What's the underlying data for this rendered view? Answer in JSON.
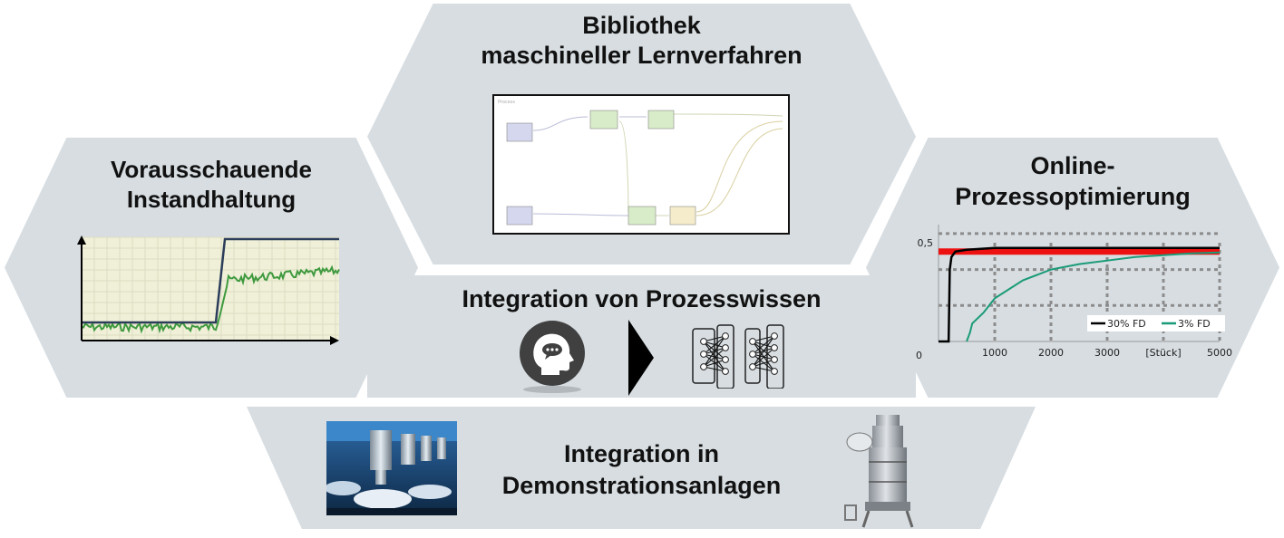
{
  "panels": {
    "library": {
      "title_line1": "Bibliothek",
      "title_line2": "maschineller Lernverfahren"
    },
    "maintenance": {
      "title_line1": "Vorausschauende",
      "title_line2": "Instandhaltung"
    },
    "process_knowledge": {
      "title": "Integration von Prozesswissen"
    },
    "optimization": {
      "title_line1": "Online-",
      "title_line2": "Prozessoptimierung"
    },
    "demonstration": {
      "title_line1": "Integration in",
      "title_line2": "Demonstrationsanlagen"
    }
  },
  "colors": {
    "panel_background": "#d7dde1",
    "target_line": "#ee1111",
    "series_30": "#000000",
    "series_3": "#1a9b78",
    "maintenance_signal": "#3f9a3f",
    "maintenance_plot_bg": "#f0f0d8"
  },
  "chart_data": {
    "type": "line",
    "x_tick_labels": [
      "1000",
      "2000",
      "3000",
      "[Stück]",
      "5000"
    ],
    "y_tick_labels": [
      "0",
      "0,5"
    ],
    "xlim": [
      0,
      5000
    ],
    "ylim": [
      0,
      0.65
    ],
    "target_line": 0.5,
    "legend": [
      "30% FD",
      "3% FD"
    ],
    "legend_position": "bottom-right",
    "grid": true,
    "series": [
      {
        "name": "30% FD",
        "x": [
          0,
          180,
          200,
          230,
          300,
          500,
          1000,
          2000,
          3000,
          4000,
          5000
        ],
        "y": [
          0,
          0,
          0.4,
          0.47,
          0.5,
          0.51,
          0.52,
          0.52,
          0.52,
          0.52,
          0.52
        ]
      },
      {
        "name": "3% FD",
        "x": [
          500,
          560,
          600,
          800,
          1000,
          1500,
          2000,
          2500,
          3000,
          3500,
          4000,
          4500,
          5000
        ],
        "y": [
          0,
          0.05,
          0.1,
          0.16,
          0.24,
          0.34,
          0.4,
          0.43,
          0.45,
          0.47,
          0.48,
          0.49,
          0.495
        ]
      }
    ]
  },
  "icons": {
    "brain": "head-with-speech-bubble-icon",
    "arrow": "play-arrow-icon",
    "network": "neural-network-icon",
    "factory": "factory-machinery-photo",
    "plant": "industrial-plant-photo"
  }
}
